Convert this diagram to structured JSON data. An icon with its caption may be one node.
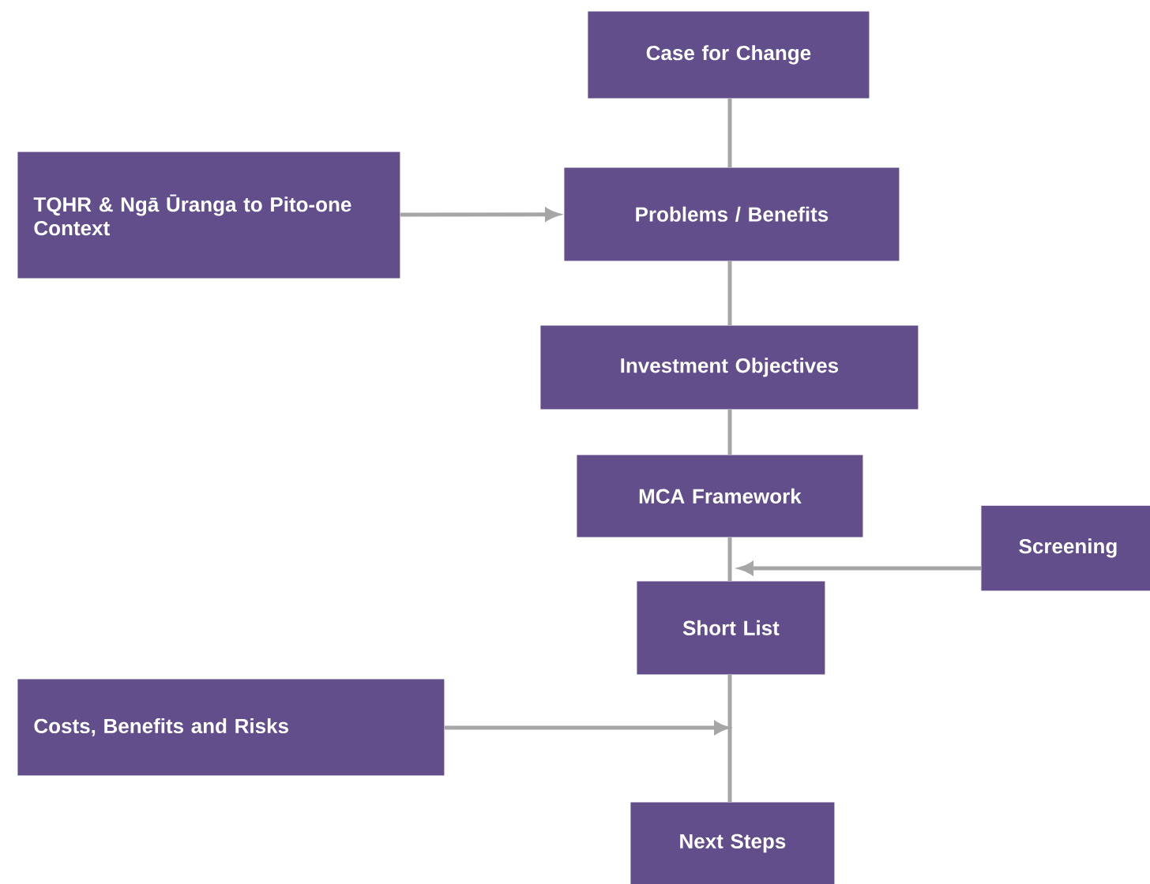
{
  "diagram": {
    "nodes": [
      {
        "text": [
          "Case for Change"
        ]
      },
      {
        "text": [
          "TQHR & Ngā Ūranga to Pito-one Context"
        ]
      },
      {
        "text": [
          "Problems / Benefits"
        ]
      },
      {
        "text": [
          "Investment Objectives"
        ]
      },
      {
        "text": [
          "MCA Framework"
        ]
      },
      {
        "text": [
          "Screening"
        ]
      },
      {
        "text": [
          "Short List"
        ]
      },
      {
        "text": [
          "Costs, Benefits and Risks"
        ]
      },
      {
        "text": [
          "Next Steps"
        ]
      }
    ],
    "edges": [
      {
        "from": 0,
        "to": 2,
        "arrow": "none"
      },
      {
        "from": 1,
        "to": 2,
        "arrow": "to"
      },
      {
        "from": 2,
        "to": 3,
        "arrow": "none"
      },
      {
        "from": 3,
        "to": 4,
        "arrow": "none"
      },
      {
        "from": 4,
        "to": 6,
        "arrow": "none"
      },
      {
        "from": 5,
        "to": 6,
        "arrow": "to"
      },
      {
        "from": 6,
        "to": 8,
        "arrow": "none"
      },
      {
        "from": 7,
        "to": null,
        "arrow": "to"
      }
    ]
  }
}
